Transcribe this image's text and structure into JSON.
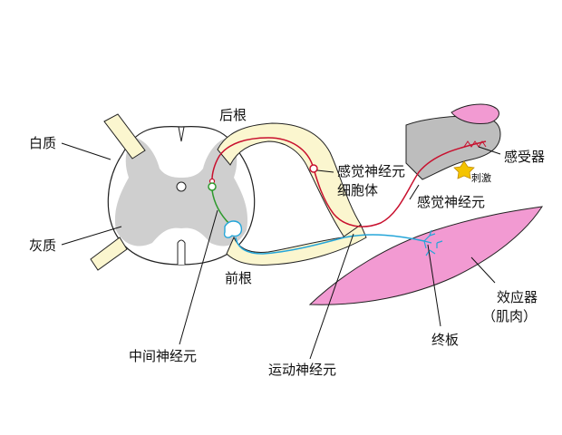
{
  "labels": {
    "white_matter": "白质",
    "gray_matter": "灰质",
    "dorsal_root": "后根",
    "ventral_root": "前根",
    "sensory_neuron_cell_body_line1": "感觉神经元",
    "sensory_neuron_cell_body_line2": "细胞体",
    "sensory_neuron": "感觉神经元",
    "receptor": "感受器",
    "stimulus": "刺激",
    "effector_line1": "效应器",
    "effector_line2": "（肌肉）",
    "end_plate": "终板",
    "interneuron": "中间神经元",
    "motor_neuron": "运动神经元"
  },
  "colors": {
    "gray_matter": "#cfcfcf",
    "root": "#fbf6cf",
    "sensory_path": "#c8102e",
    "interneuron_path": "#2e9a2e",
    "motor_path": "#25a6d9",
    "muscle": "#f29ad2",
    "skin": "#bdbdbd",
    "nail": "#f29ad2",
    "stimulus": "#f4c400"
  }
}
